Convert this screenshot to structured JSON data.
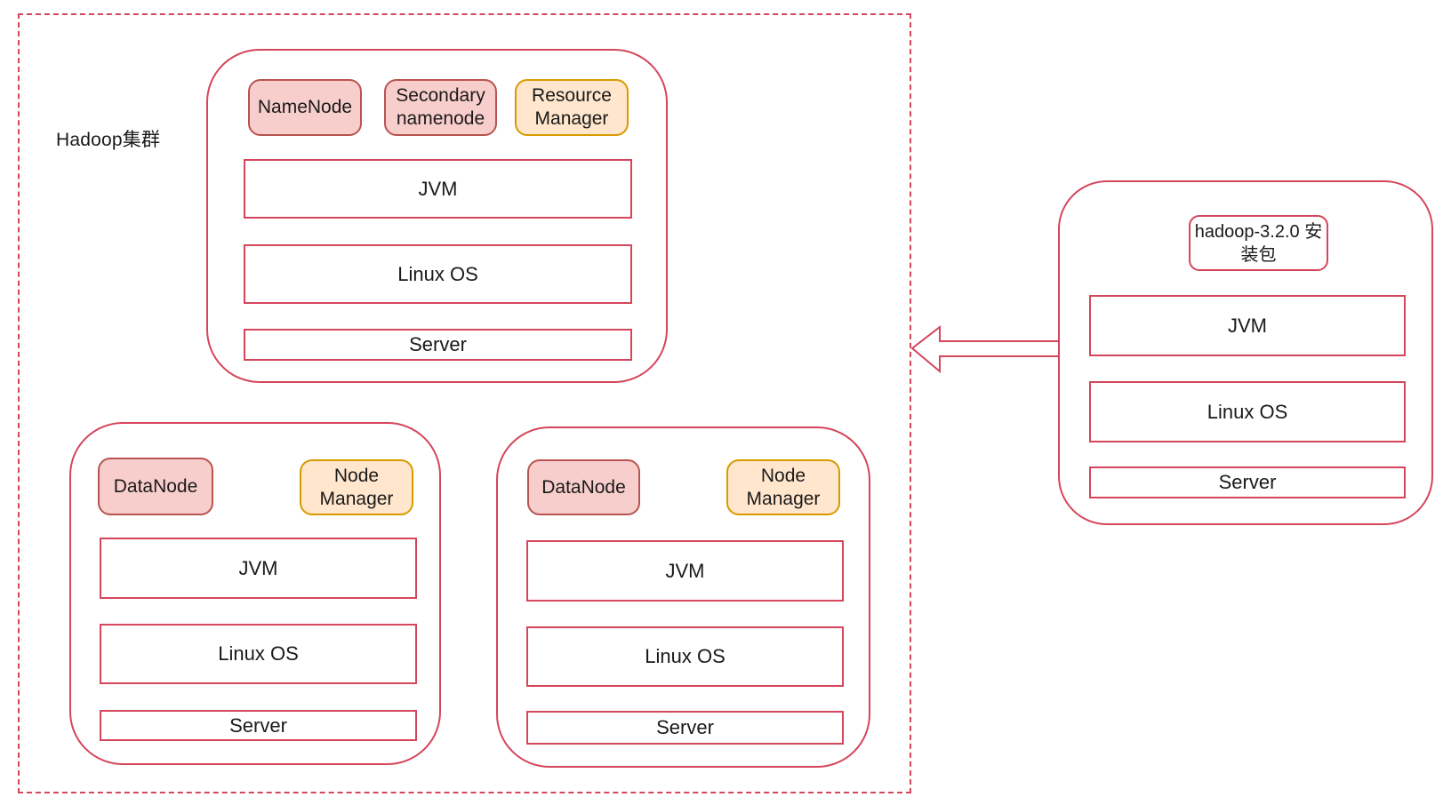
{
  "cluster": {
    "label": "Hadoop集群",
    "master_node": {
      "badges": [
        {
          "label": "NameNode",
          "style": "pink"
        },
        {
          "label": "Secondary namenode",
          "style": "pink"
        },
        {
          "label": "Resource Manager",
          "style": "orange"
        }
      ],
      "layers": [
        "JVM",
        "Linux OS",
        "Server"
      ]
    },
    "worker_nodes": [
      {
        "badges": [
          {
            "label": "DataNode",
            "style": "pink"
          },
          {
            "label": "Node Manager",
            "style": "orange"
          }
        ],
        "layers": [
          "JVM",
          "Linux OS",
          "Server"
        ]
      },
      {
        "badges": [
          {
            "label": "DataNode",
            "style": "pink"
          },
          {
            "label": "Node Manager",
            "style": "orange"
          }
        ],
        "layers": [
          "JVM",
          "Linux OS",
          "Server"
        ]
      }
    ]
  },
  "installer_box": {
    "badge_label": "hadoop-3.2.0 安装包",
    "layers": [
      "JVM",
      "Linux OS",
      "Server"
    ]
  },
  "arrow": {
    "direction": "left"
  },
  "colors": {
    "line": "#d5455c",
    "pink_fill": "#f8cecc",
    "pink_stroke": "#b85450",
    "orange_fill": "#ffe6cc",
    "orange_stroke": "#d79b00",
    "text": "#1a1a1a",
    "background": "#ffffff"
  }
}
